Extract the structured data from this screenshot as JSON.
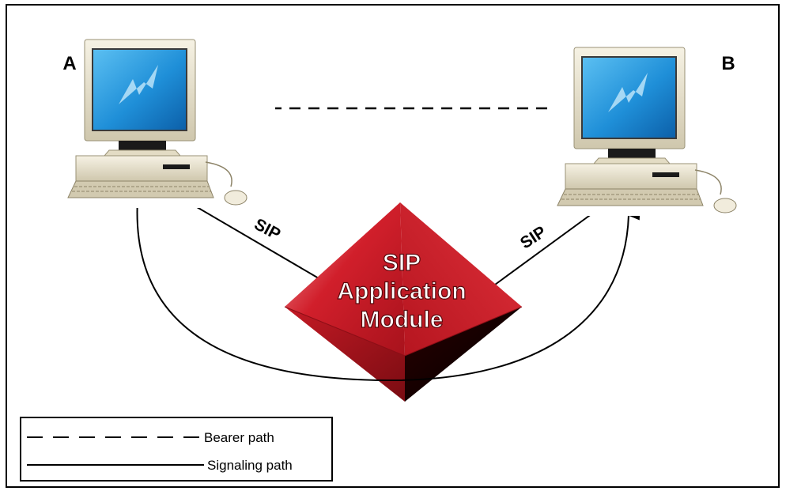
{
  "diagram": {
    "nodes": {
      "a": {
        "label": "A"
      },
      "b": {
        "label": "B"
      },
      "module": {
        "line1": "SIP",
        "line2": "Application",
        "line3": "Module"
      }
    },
    "edges": {
      "sip_left": "SIP",
      "sip_right": "SIP"
    },
    "legend": {
      "bearer": "Bearer path",
      "signaling": "Signaling path"
    },
    "colors": {
      "module_red": "#d11f2b",
      "module_dark": "#7a0c12",
      "screen_blue": "#1f8fd8",
      "beige": "#ede7d3"
    }
  }
}
